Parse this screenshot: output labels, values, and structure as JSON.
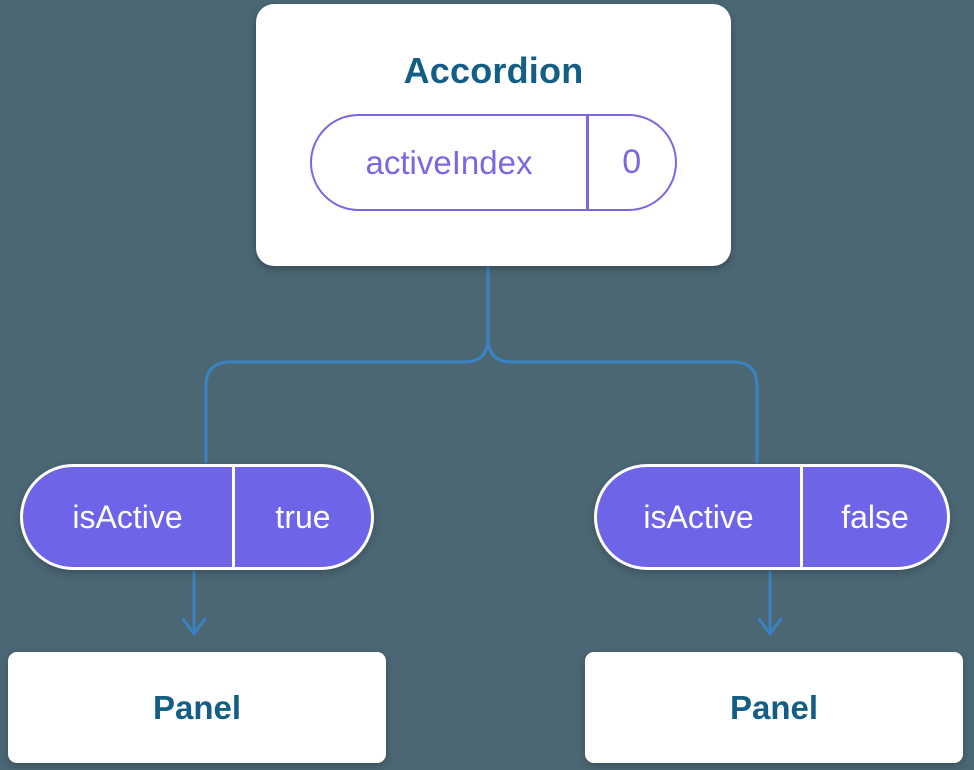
{
  "diagram": {
    "root": {
      "title": "Accordion",
      "prop": {
        "name": "activeIndex",
        "value": "0"
      }
    },
    "children": [
      {
        "prop": {
          "name": "isActive",
          "value": "true"
        },
        "panel_label": "Panel"
      },
      {
        "prop": {
          "name": "isActive",
          "value": "false"
        },
        "panel_label": "Panel"
      }
    ]
  },
  "colors": {
    "background": "#4b6774",
    "connector": "#3b82c2",
    "pill_fill": "#6d64e8",
    "pill_outline": "#7b66e3",
    "heading_text": "#145e86",
    "card_background": "#ffffff"
  }
}
